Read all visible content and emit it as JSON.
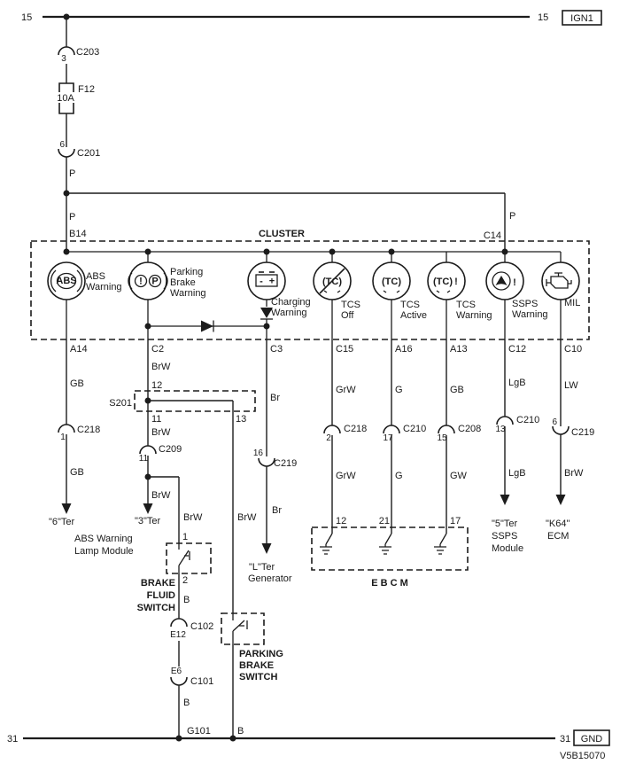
{
  "rails": {
    "top_left": "15",
    "top_right": "15",
    "top_tag": "IGN1",
    "bottom_left": "31",
    "bottom_right": "31",
    "bottom_tag": "GND"
  },
  "doc_number": "V5B15070",
  "feed": {
    "c203_pin": "3",
    "c203_name": "C203",
    "fuse_name": "F12",
    "fuse_rating": "10A",
    "c201_pin": "6",
    "c201_name": "C201",
    "wire_p_a": "P",
    "wire_p_b": "P",
    "wire_p_c": "P",
    "pin_b14": "B14",
    "pin_c14": "C14"
  },
  "cluster": {
    "title": "CLUSTER",
    "abs": {
      "icon": "ABS",
      "l1": "ABS",
      "l2": "Warning"
    },
    "parking": {
      "sym_excl": "!",
      "sym_p": "P",
      "l1": "Parking",
      "l2": "Brake",
      "l3": "Warning"
    },
    "charging": {
      "minus": "-",
      "plus": "+",
      "l1": "Charging",
      "l2": "Warning"
    },
    "tcs_off": {
      "icon": "(TC)",
      "l1": "TCS",
      "l2": "Off"
    },
    "tcs_active": {
      "icon": "(TC)",
      "l1": "TCS",
      "l2": "Active"
    },
    "tcs_warning": {
      "icon": "(TC)",
      "excl": "!",
      "l1": "TCS",
      "l2": "Warning"
    },
    "ssps": {
      "excl": "!",
      "l1": "SSPS",
      "l2": "Warning"
    },
    "mil": {
      "l1": "MIL"
    }
  },
  "cols": {
    "abs": {
      "exit": "A14",
      "wire1": "GB",
      "pin": "1",
      "conn": "C218",
      "wire2": "GB",
      "dest": "\"6\"Ter",
      "module_l1": "ABS Warning",
      "module_l2": "Lamp Module"
    },
    "parking": {
      "exit": "C2",
      "wire1": "BrW",
      "splice_pin_in": "12",
      "splice_name": "S201",
      "splice_pin_a": "11",
      "splice_pin_b": "13",
      "wire2": "BrW",
      "pin": "11",
      "conn": "C209",
      "wire3": "BrW",
      "dest": "\"3\"Ter"
    },
    "charging": {
      "exit": "C3",
      "wire1": "Br",
      "pin": "16",
      "conn": "C219",
      "wire2": "Br",
      "dest_l1": "\"L\"Ter",
      "dest_l2": "Generator"
    },
    "tcs_off": {
      "exit": "C15",
      "wire1": "GrW",
      "pin": "2",
      "conn": "C218",
      "wire2": "GrW",
      "ebcm_pin": "12"
    },
    "tcs_active": {
      "exit": "A16",
      "wire1": "G",
      "pin": "17",
      "conn": "C210",
      "wire2": "G",
      "ebcm_pin": "21"
    },
    "tcs_warning": {
      "exit": "A13",
      "wire1": "GB",
      "pin": "15",
      "conn": "C208",
      "wire2": "GW",
      "ebcm_pin": "17"
    },
    "ssps": {
      "exit": "C12",
      "wire1": "LgB",
      "pin": "13",
      "conn": "C210",
      "wire2": "LgB",
      "dest_l1": "\"5\"Ter",
      "dest_l2": "SSPS",
      "dest_l3": "Module"
    },
    "mil": {
      "exit": "C10",
      "wire1": "LW",
      "pin": "6",
      "conn": "C219",
      "wire2": "BrW",
      "dest_l1": "\"K64\"",
      "dest_l2": "ECM"
    }
  },
  "brake_fluid_switch": {
    "wire_in": "BrW",
    "pin_in": "1",
    "pin_out": "2",
    "l1": "BRAKE",
    "l2": "FLUID",
    "l3": "SWITCH",
    "wire_b": "B",
    "e12": "E12",
    "c102": "C102",
    "e6": "E6",
    "c101": "C101",
    "wire_b2": "B"
  },
  "parking_brake_switch": {
    "wire_in": "BrW",
    "l1": "PARKING",
    "l2": "BRAKE",
    "l3": "SWITCH",
    "wire_b": "B"
  },
  "ebcm": {
    "label": "E B C M"
  },
  "ground": {
    "name": "G101"
  }
}
